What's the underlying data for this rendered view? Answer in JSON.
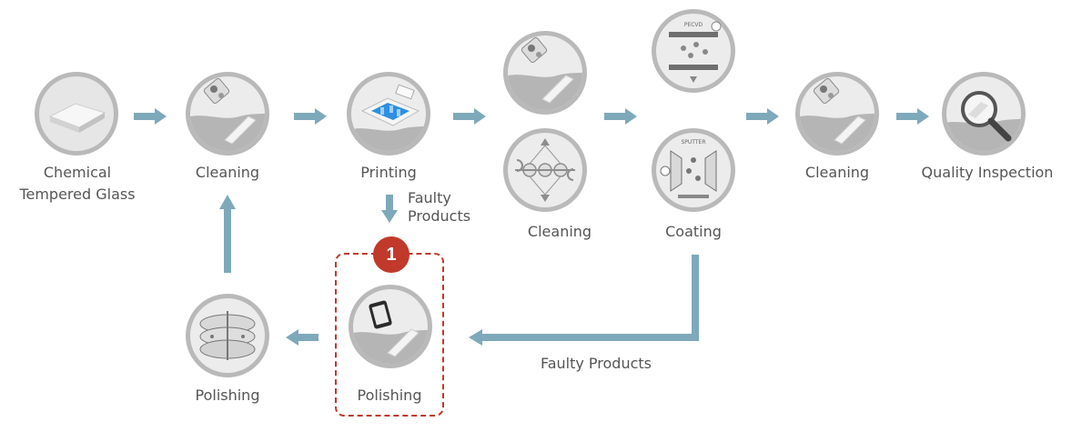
{
  "colors": {
    "arrow": "#7ea9ba",
    "circle_outer": "#b9b9b9",
    "circle_inner": "#e9e9e9",
    "ground": "#b7b7b7",
    "slab": "#f2f2f2",
    "highlight_border": "#c0392b",
    "badge": "#c0392b",
    "screen": "#2f8fe0"
  },
  "steps": {
    "chemical_glass": {
      "line1": "Chemical",
      "line2": "Tempered Glass"
    },
    "cleaning_1": "Cleaning",
    "printing": "Printing",
    "cleaning_2": "Cleaning",
    "coating": "Coating",
    "cleaning_3": "Cleaning",
    "quality": "Quality Inspection",
    "polishing_highlight": "Polishing",
    "polishing_left": "Polishing"
  },
  "annotations": {
    "faulty_top": {
      "line1": "Faulty",
      "line2": "Products"
    },
    "faulty_bottom": "Faulty Products",
    "badge_number": "1"
  },
  "icon_text": {
    "pecvd": "PECVD",
    "sputter": "SPUTTER"
  }
}
